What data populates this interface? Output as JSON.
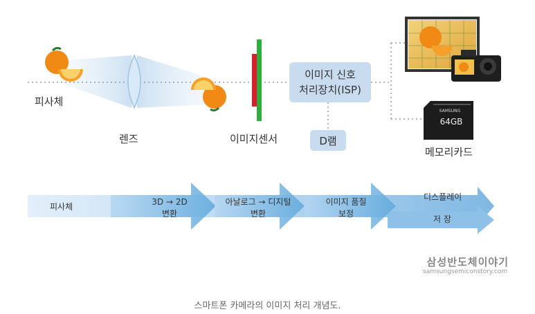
{
  "labels": {
    "subject": "피사체",
    "lens": "렌즈",
    "sensor": "이미지센서",
    "isp_line1": "이미지 신호",
    "isp_line2": "처리장치(ISP)",
    "dram": "D램",
    "memory_card": "메모리카드",
    "sd_brand": "SAMSUNG",
    "sd_capacity": "64GB"
  },
  "flow": {
    "step1": "피사체",
    "step2_line1": "3D → 2D",
    "step2_line2": "변환",
    "step3_line1": "아날로그 → 디지털",
    "step3_line2": "변환",
    "step4_line1": "이미지 품질",
    "step4_line2": "보정",
    "out1": "디스플레이",
    "out2": "저 장"
  },
  "brand": {
    "name": "삼성반도체이야기",
    "url": "samsungsemiconstory.com"
  },
  "caption": "스마트폰 카메라의 이미지 처리 개념도.",
  "colors": {
    "arrow_light": "#dbeaf6",
    "arrow_mid": "#9cc6e8",
    "arrow_dark": "#5aa5d8",
    "box": "#c9dcef",
    "sensor_green": "#2fae3e",
    "sensor_red": "#d4202a",
    "orange": "#f08a14"
  }
}
